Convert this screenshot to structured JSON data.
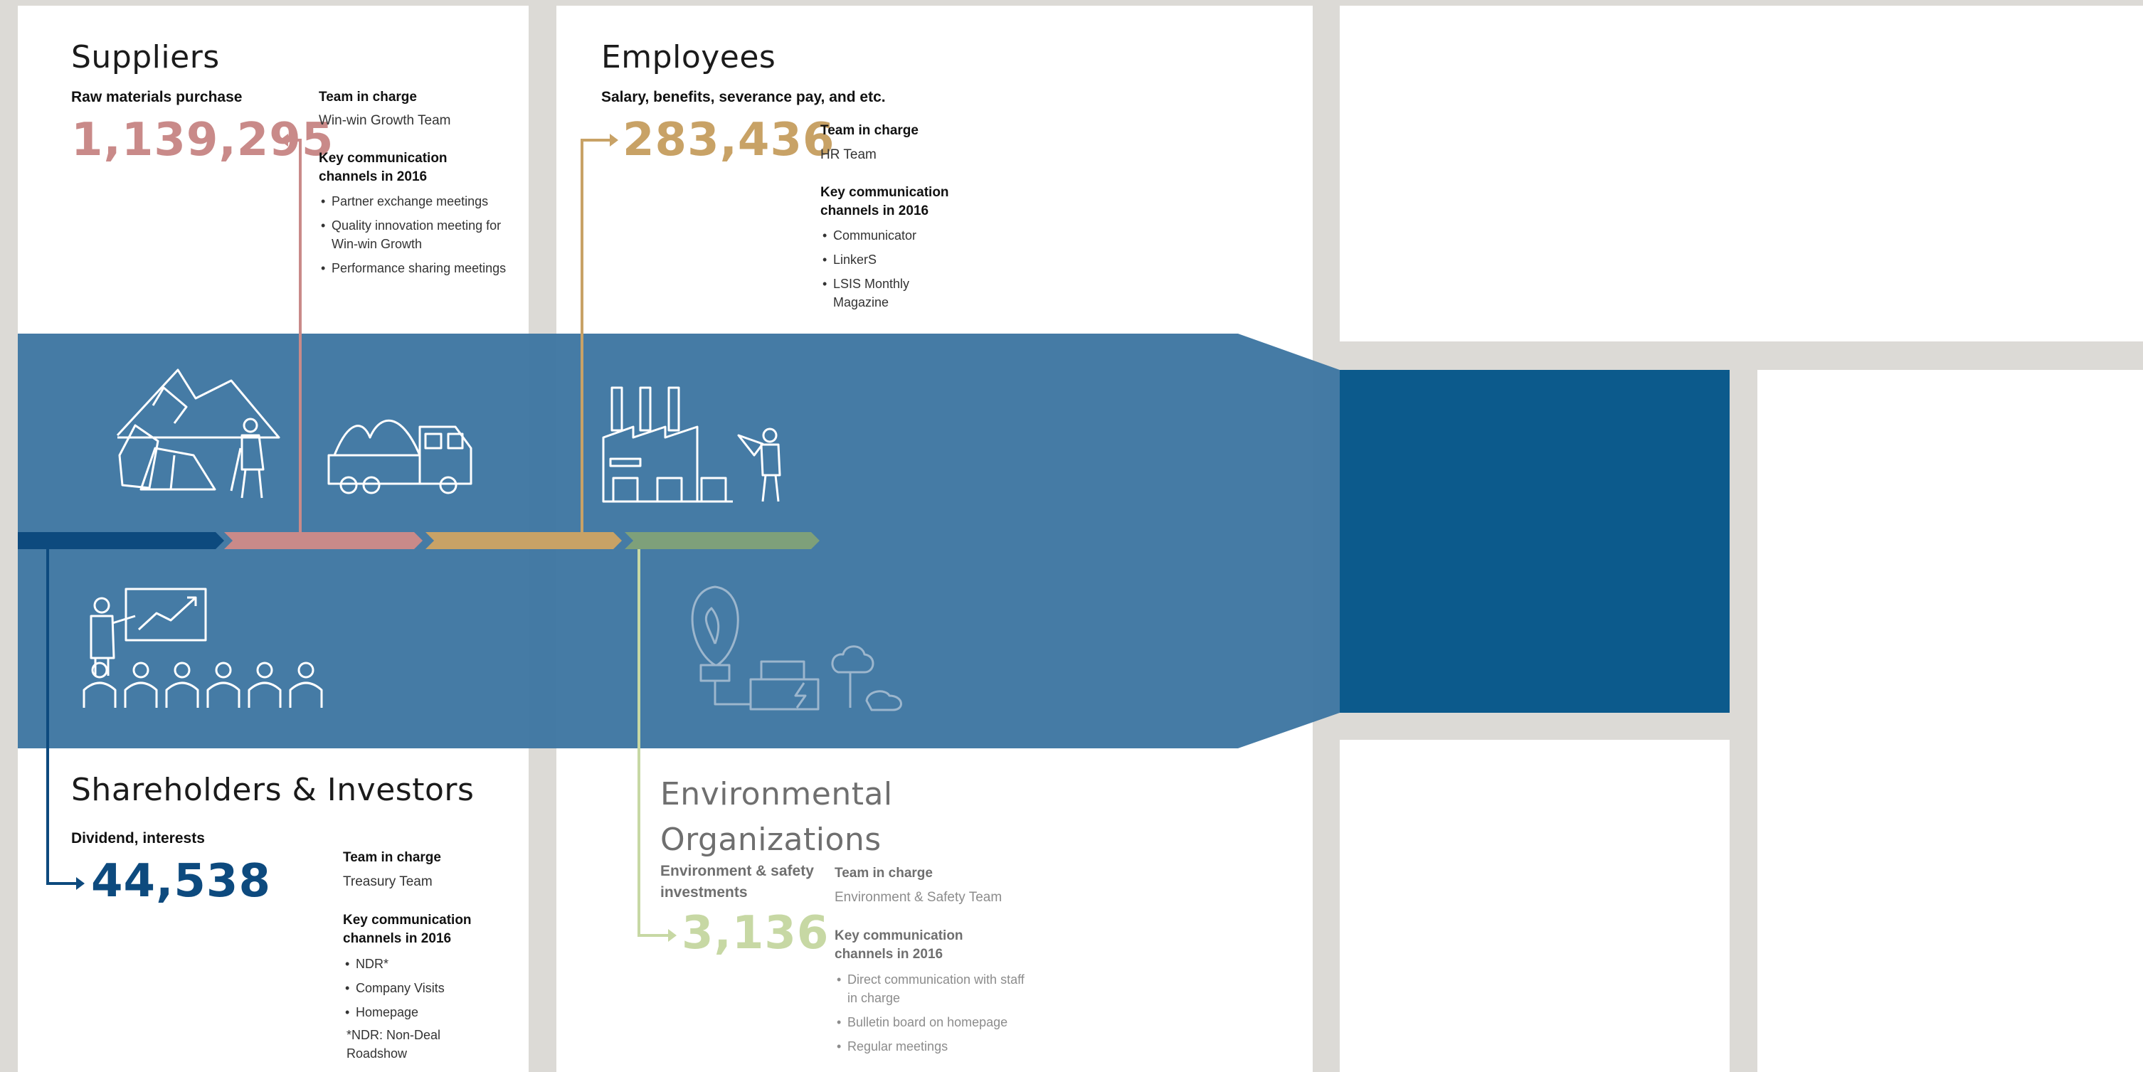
{
  "colors": {
    "band": "#3f77a2",
    "dark_blue": "#0c5a8c",
    "navy": "#0d4a7e",
    "pink": "#c98a89",
    "gold": "#c8a266",
    "sage": "#7ea07a",
    "light_green": "#c7d8a4",
    "gray_bg": "#dcdad6"
  },
  "suppliers": {
    "title": "Suppliers",
    "subtitle": "Raw materials purchase",
    "value": "1,139,295",
    "team_label": "Team in charge",
    "team": "Win-win Growth Team",
    "channels_label": "Key communication channels in 2016",
    "channels": [
      "Partner exchange meetings",
      "Quality innovation meeting for Win-win Growth",
      "Performance sharing meetings"
    ]
  },
  "employees": {
    "title": "Employees",
    "subtitle": "Salary, benefits, severance pay, and etc.",
    "value": "283,436",
    "team_label": "Team in charge",
    "team": "HR Team",
    "channels_label": "Key communication channels in 2016",
    "channels": [
      "Communicator",
      "LinkerS",
      "LSIS Monthly Magazine"
    ]
  },
  "shareholders": {
    "title": "Shareholders & Investors",
    "subtitle": "Dividend, interests",
    "value": "44,538",
    "team_label": "Team in charge",
    "team": "Treasury Team",
    "channels_label": "Key communication channels in 2016",
    "channels": [
      "NDR*",
      "Company Visits",
      "Homepage"
    ],
    "footnote": "*NDR: Non-Deal Roadshow"
  },
  "environment": {
    "title": "Environmental Organizations",
    "subtitle": "Environment & safety investments",
    "value": "3,136",
    "team_label": "Team in charge",
    "team": "Environment & Safety Team",
    "channels_label": "Key communication channels in 2016",
    "channels": [
      "Direct communication with staff in charge",
      "Bulletin board on homepage",
      "Regular meetings"
    ]
  },
  "icons": [
    "mountain-mining-icon",
    "dump-truck-icon",
    "factory-worker-icon",
    "presentation-audience-icon",
    "lightbulb-energy-icon"
  ]
}
